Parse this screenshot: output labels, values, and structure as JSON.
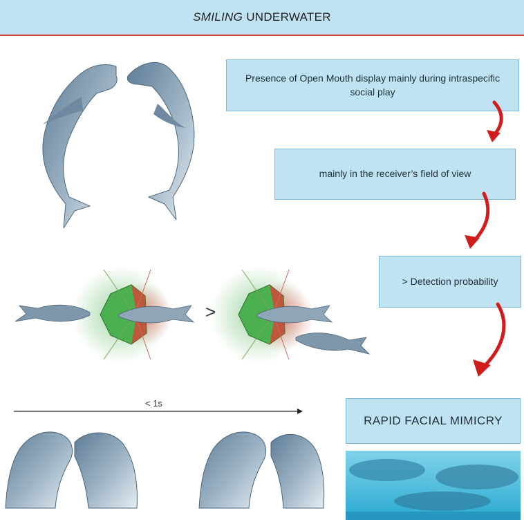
{
  "header": {
    "title_italic": "SMILING",
    "title_rest": "UNDERWATER"
  },
  "steps": [
    {
      "text": "Presence of Open Mouth display mainly during intraspecific social play"
    },
    {
      "text": "mainly in the receiver’s field of view"
    },
    {
      "text": "> Detection probability"
    },
    {
      "text": "RAPID FACIAL MIMICRY"
    }
  ],
  "comparison": {
    "symbol": ">"
  },
  "timeline": {
    "label": "< 1s"
  },
  "colors": {
    "box_fill": "#bfe3f2",
    "box_border": "#7fb8d6",
    "arrow": "#d11c1c",
    "header_line": "#d9443a",
    "field_green": "#4caf50",
    "field_red": "#e53935"
  },
  "icons": [
    "curved-arrow-icon",
    "dolphin-illustration",
    "field-of-view-shape"
  ]
}
